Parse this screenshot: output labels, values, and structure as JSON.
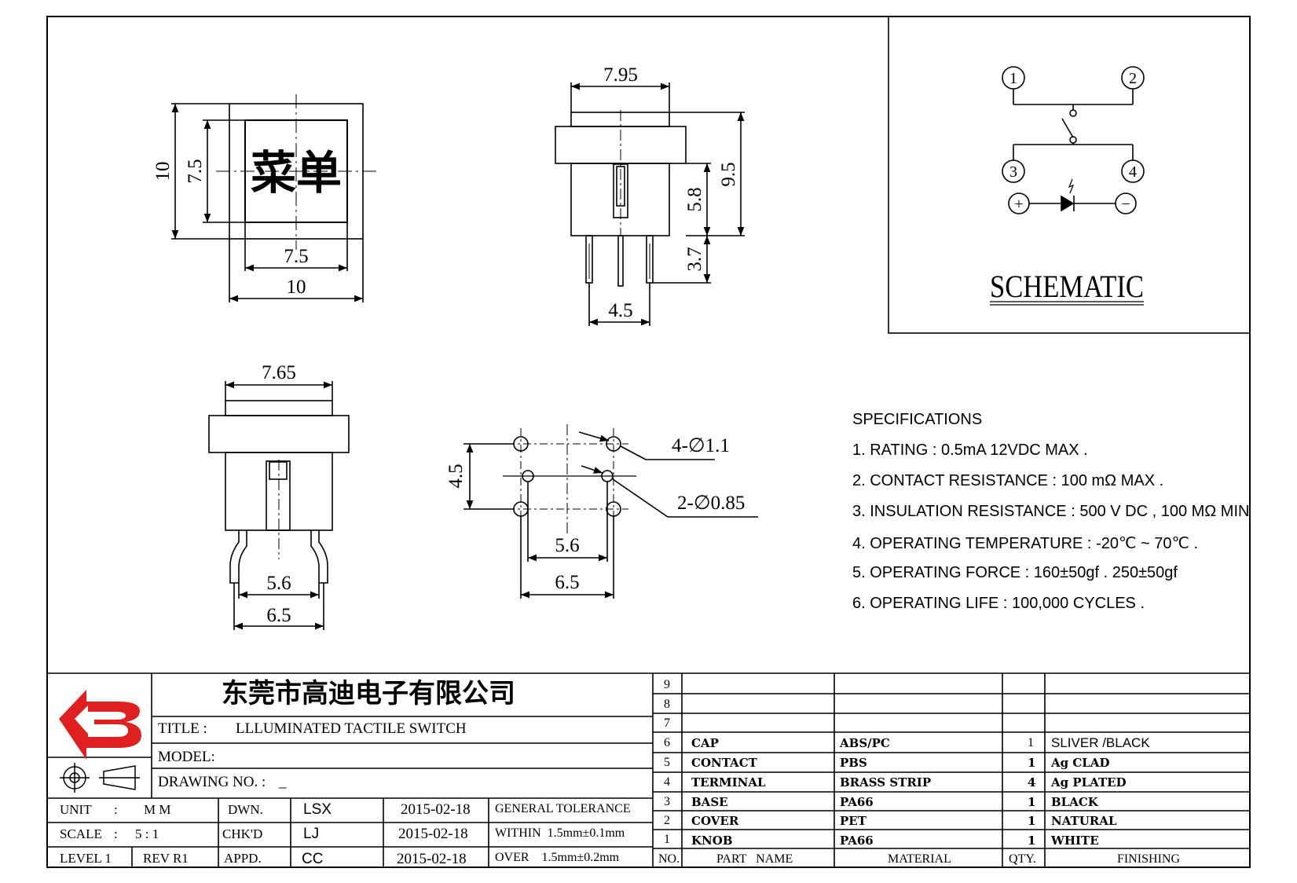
{
  "drawing": {
    "front_view": {
      "cap_glyph": "菜单",
      "dims": [
        "10",
        "7.5",
        "7.5",
        "10"
      ]
    },
    "side_view": {
      "dims": [
        "7.95",
        "9.5",
        "5.8",
        "3.7",
        "4.5"
      ]
    },
    "rear_view": {
      "dims": [
        "7.65",
        "5.6",
        "6.5"
      ]
    },
    "pcb_layout": {
      "dims": [
        "4.5",
        "5.6",
        "6.5"
      ],
      "hole_large": "4-∅1.1",
      "hole_small": "2-∅0.85"
    }
  },
  "schematic": {
    "title": "SCHEMATIC",
    "pins": [
      "1",
      "2",
      "3",
      "4"
    ],
    "polarity": [
      "+",
      "−"
    ]
  },
  "specifications": {
    "heading": "SPECIFICATIONS",
    "items": [
      "1. RATING : 0.5mA 12VDC MAX .",
      "2. CONTACT RESISTANCE : 100 mΩ MAX .",
      "3. INSULATION RESISTANCE : 500 V DC , 100 MΩ MIN",
      "4. OPERATING TEMPERATURE : -20℃ ~ 70℃ .",
      "5. OPERATING FORCE : 160±50gf . 250±50gf",
      "6. OPERATING LIFE : 100,000 CYCLES ."
    ]
  },
  "title_block": {
    "company": "东莞市高迪电子有限公司",
    "title_label": "TITLE :",
    "title_value": "LLLUMINATED TACTILE SWITCH",
    "model_label": "MODEL:",
    "drawing_no_label": "DRAWING NO. :",
    "drawing_no_value": "_",
    "unit_label": "UNIT",
    "unit_sep": ":",
    "unit_value": "M M",
    "scale_label": "SCALE",
    "scale_sep": ":",
    "scale_value": "5 : 1",
    "level": "LEVEL 1",
    "rev": "REV  R1",
    "signoffs": [
      {
        "role": "DWN.",
        "name": "LSX",
        "date": "2015-02-18"
      },
      {
        "role": "CHK'D",
        "name": "LJ",
        "date": "2015-02-18"
      },
      {
        "role": "APPD.",
        "name": "CC",
        "date": "2015-02-18"
      }
    ],
    "tolerance": [
      "GENERAL TOLERANCE",
      "WITHIN  1.5mm±0.1mm",
      "OVER    1.5mm±0.2mm"
    ]
  },
  "bom": {
    "headers": {
      "no": "NO.",
      "part": "PART   NAME",
      "material": "MATERIAL",
      "qty": "QTY.",
      "finishing": "FINISHING"
    },
    "rows": [
      {
        "no": "9",
        "part": "",
        "material": "",
        "qty": "",
        "finishing": ""
      },
      {
        "no": "8",
        "part": "",
        "material": "",
        "qty": "",
        "finishing": ""
      },
      {
        "no": "7",
        "part": "",
        "material": "",
        "qty": "",
        "finishing": ""
      },
      {
        "no": "6",
        "part": "CAP",
        "material": "ABS/PC",
        "qty": "1",
        "finishing": "SLIVER /BLACK"
      },
      {
        "no": "5",
        "part": "CONTACT",
        "material": "PBS",
        "qty": "1",
        "finishing": "Ag CLAD"
      },
      {
        "no": "4",
        "part": "TERMINAL",
        "material": "BRASS STRIP",
        "qty": "4",
        "finishing": "Ag PLATED"
      },
      {
        "no": "3",
        "part": "BASE",
        "material": "PA66",
        "qty": "1",
        "finishing": "BLACK"
      },
      {
        "no": "2",
        "part": "COVER",
        "material": "PET",
        "qty": "1",
        "finishing": "NATURAL"
      },
      {
        "no": "1",
        "part": "KNOB",
        "material": "PA66",
        "qty": "1",
        "finishing": "WHITE"
      }
    ]
  }
}
